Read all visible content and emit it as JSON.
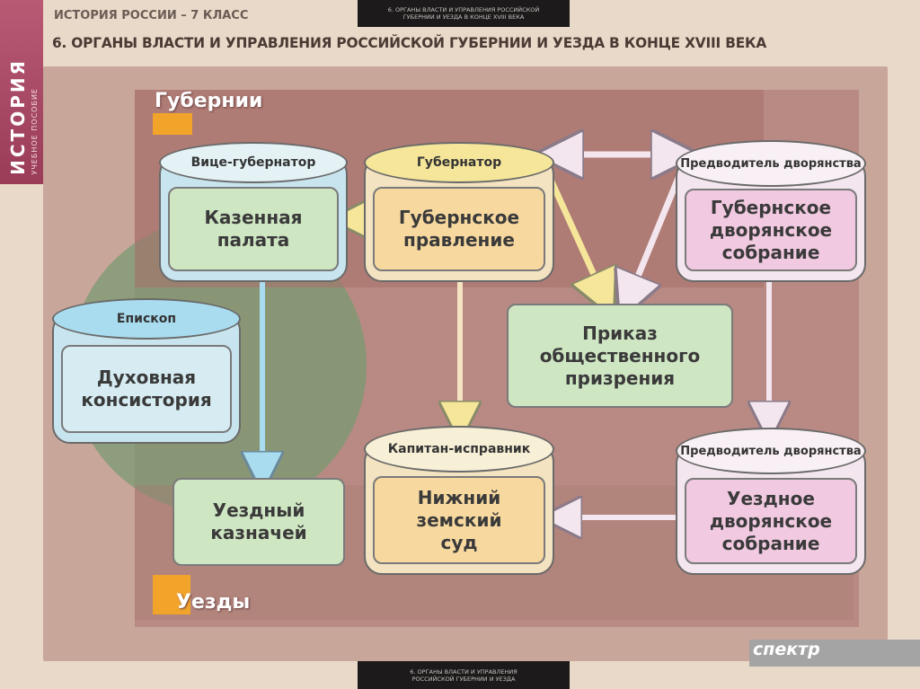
{
  "side_strip": {
    "title": "ИСТОРИЯ",
    "subtitle": "УЧЕБНОЕ ПОСОБИЕ"
  },
  "header": {
    "course": "ИСТОРИЯ РОССИИ – 7 КЛАСС",
    "title": "6. ОРГАНЫ ВЛАСТИ И УПРАВЛЕНИЯ РОССИЙСКОЙ ГУБЕРНИИ И УЕЗДА В КОНЦЕ XVIII ВЕКА",
    "top_box_line1": "6. ОРГАНЫ ВЛАСТИ И УПРАВЛЕНИЯ РОССИЙСКОЙ",
    "top_box_line2": "ГУБЕРНИИ И УЕЗДА В КОНЦЕ XVIII ВЕКА"
  },
  "sections": {
    "gubernii": "Губернии",
    "uezdy": "Уезды"
  },
  "nodes": {
    "vice_governor": {
      "cap": "Вице-губернатор",
      "body": "Казенная палата"
    },
    "governor": {
      "cap": "Губернатор",
      "body": "Губернское правление"
    },
    "marshal_gub": {
      "cap": "Предводитель дворянства",
      "body": "Губернское дворянское собрание"
    },
    "bishop": {
      "cap": "Епископ",
      "body": "Духовная консистория"
    },
    "prikaz": "Приказ общественного призрения",
    "treasurer": "Уездный казначей",
    "ispravnik": {
      "cap": "Капитан-исправник",
      "body": "Нижний земский суд"
    },
    "marshal_uezd": {
      "cap": "Предводитель дворянства",
      "body": "Уездное дворянское собрание"
    }
  },
  "footer": {
    "bottom_box_line1": "6. ОРГАНЫ ВЛАСТИ И УПРАВЛЕНИЯ",
    "bottom_box_line2": "РОССИЙСКОЙ ГУБЕРНИИ И УЕЗДА",
    "publisher": "спектр"
  }
}
